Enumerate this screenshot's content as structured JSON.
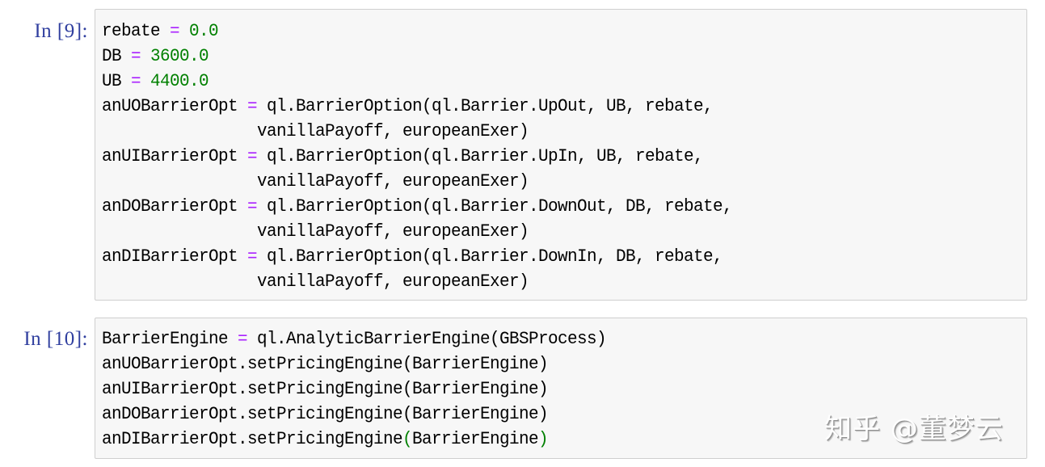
{
  "notebook": {
    "cells": [
      {
        "prompt": "In [9]:",
        "lines": [
          [
            {
              "t": "rebate ",
              "c": ""
            },
            {
              "t": "=",
              "c": "op"
            },
            {
              "t": " ",
              "c": ""
            },
            {
              "t": "0.0",
              "c": "num"
            }
          ],
          [
            {
              "t": "DB ",
              "c": ""
            },
            {
              "t": "=",
              "c": "op"
            },
            {
              "t": " ",
              "c": ""
            },
            {
              "t": "3600.0",
              "c": "num"
            }
          ],
          [
            {
              "t": "UB ",
              "c": ""
            },
            {
              "t": "=",
              "c": "op"
            },
            {
              "t": " ",
              "c": ""
            },
            {
              "t": "4400.0",
              "c": "num"
            }
          ],
          [
            {
              "t": "anUOBarrierOpt ",
              "c": ""
            },
            {
              "t": "=",
              "c": "op"
            },
            {
              "t": " ql.BarrierOption(ql.Barrier.UpOut, UB, rebate,",
              "c": ""
            }
          ],
          [
            {
              "t": "                vanillaPayoff, europeanExer)",
              "c": ""
            }
          ],
          [
            {
              "t": "anUIBarrierOpt ",
              "c": ""
            },
            {
              "t": "=",
              "c": "op"
            },
            {
              "t": " ql.BarrierOption(ql.Barrier.UpIn, UB, rebate,",
              "c": ""
            }
          ],
          [
            {
              "t": "                vanillaPayoff, europeanExer)",
              "c": ""
            }
          ],
          [
            {
              "t": "anDOBarrierOpt ",
              "c": ""
            },
            {
              "t": "=",
              "c": "op"
            },
            {
              "t": " ql.BarrierOption(ql.Barrier.DownOut, DB, rebate,",
              "c": ""
            }
          ],
          [
            {
              "t": "                vanillaPayoff, europeanExer)",
              "c": ""
            }
          ],
          [
            {
              "t": "anDIBarrierOpt ",
              "c": ""
            },
            {
              "t": "=",
              "c": "op"
            },
            {
              "t": " ql.BarrierOption(ql.Barrier.DownIn, DB, rebate,",
              "c": ""
            }
          ],
          [
            {
              "t": "                vanillaPayoff, europeanExer)",
              "c": ""
            }
          ]
        ]
      },
      {
        "prompt": "In [10]:",
        "lines": [
          [
            {
              "t": "BarrierEngine ",
              "c": ""
            },
            {
              "t": "=",
              "c": "op"
            },
            {
              "t": " ql.AnalyticBarrierEngine(GBSProcess)",
              "c": ""
            }
          ],
          [
            {
              "t": "anUOBarrierOpt.setPricingEngine(BarrierEngine)",
              "c": ""
            }
          ],
          [
            {
              "t": "anUIBarrierOpt.setPricingEngine(BarrierEngine)",
              "c": ""
            }
          ],
          [
            {
              "t": "anDOBarrierOpt.setPricingEngine(BarrierEngine)",
              "c": ""
            }
          ],
          [
            {
              "t": "anDIBarrierOpt.setPricingEngine",
              "c": ""
            },
            {
              "t": "(",
              "c": "paren-match"
            },
            {
              "t": "BarrierEngine",
              "c": ""
            },
            {
              "t": ")",
              "c": "paren-match"
            }
          ]
        ]
      }
    ]
  },
  "watermark": {
    "text": "知乎 @董梦云"
  },
  "colors": {
    "prompt": "#303f9f",
    "operator": "#aa22ff",
    "number": "#008000",
    "cell_background": "#f7f7f7",
    "cell_border": "#cfcfcf"
  }
}
